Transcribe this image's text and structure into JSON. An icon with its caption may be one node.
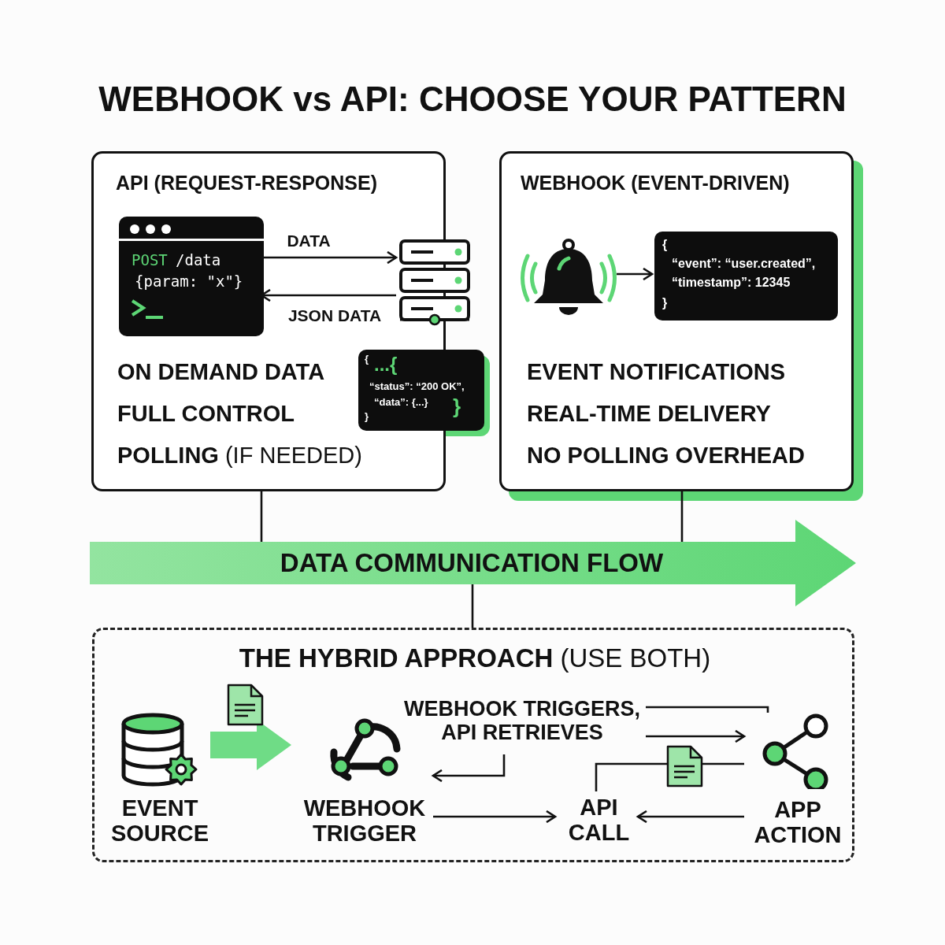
{
  "diagram": {
    "title": "WEBHOOK vs API: CHOOSE YOUR PATTERN",
    "nodes": [
      {
        "text": [
          "API (REQUEST-RESPONSE)",
          "ON DEMAND DATA",
          "FULL CONTROL",
          "**POLLING** (IF NEEDED)"
        ]
      },
      {
        "text": [
          "POST",
          "/data",
          "{param: \"x\"}"
        ],
        "in": 0
      },
      {
        "text": [],
        "shape": "server",
        "in": 0
      },
      {
        "text": [
          "{",
          "...{",
          "“status”: “200 OK”,",
          "“data”: {...}",
          "}",
          "}"
        ]
      },
      {
        "text": [
          "WEBHOOK (EVENT-DRIVEN)",
          "EVENT NOTIFICATIONS",
          "REAL-TIME DELIVERY",
          "NO POLLING OVERHEAD"
        ]
      },
      {
        "text": [],
        "shape": "bell",
        "in": 4
      },
      {
        "text": [
          "{",
          "“event”: “user.created”,",
          "“timestamp”: 12345",
          "}"
        ],
        "in": 4
      },
      {
        "text": [
          "DATA COMMUNICATION FLOW"
        ]
      },
      {
        "text": [
          "**THE HYBRID APPROACH** (USE BOTH)"
        ]
      },
      {
        "text": [
          "EVENT SOURCE"
        ],
        "in": 8
      },
      {
        "text": [
          "WEBHOOK TRIGGER"
        ],
        "in": 8
      },
      {
        "text": [
          "WEBHOOK TRIGGERS, API RETRIEVES"
        ],
        "in": 8
      },
      {
        "text": [
          "API CALL"
        ],
        "in": 8
      },
      {
        "text": [
          "APP ACTION"
        ],
        "in": 8
      }
    ],
    "edges": [
      {
        "from": 1,
        "to": 2,
        "arrow": "to",
        "label": "DATA"
      },
      {
        "from": 2,
        "to": 1,
        "arrow": "to",
        "label": "JSON DATA"
      },
      {
        "from": 5,
        "to": 6,
        "arrow": "to"
      },
      {
        "from": 0,
        "to": 7,
        "arrow": "none"
      },
      {
        "from": 4,
        "to": 7,
        "arrow": "none"
      },
      {
        "from": 7,
        "to": 8,
        "arrow": "none"
      },
      {
        "from": 9,
        "to": 10,
        "arrow": "to",
        "style": "thick",
        "color": "#6fdc86"
      },
      {
        "from": 11,
        "to": 13,
        "arrow": "none"
      },
      {
        "from": 11,
        "to": 13,
        "arrow": "to"
      },
      {
        "from": 11,
        "to": 10,
        "arrow": "to"
      },
      {
        "from": 12,
        "to": 13,
        "arrow": "none"
      },
      {
        "from": 10,
        "to": 12,
        "arrow": "to"
      },
      {
        "from": 13,
        "to": 12,
        "arrow": "to"
      }
    ]
  }
}
